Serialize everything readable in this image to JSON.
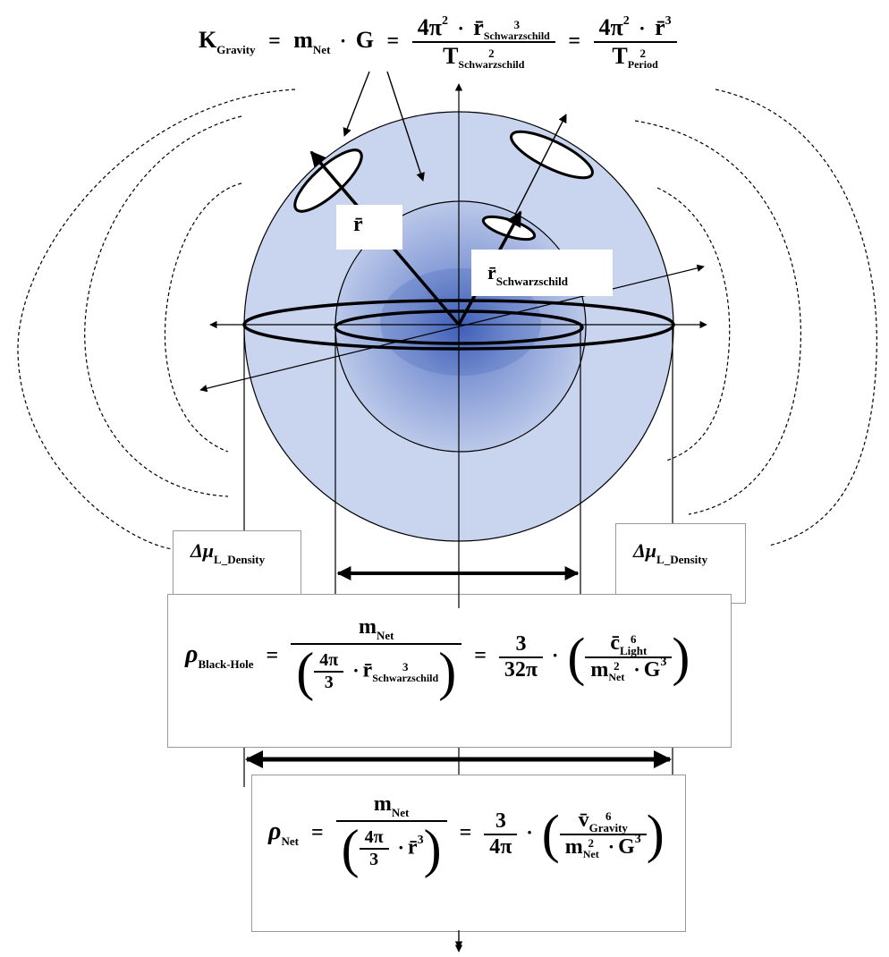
{
  "top_equation": {
    "k": "K",
    "k_sub": "Gravity",
    "eq1": "=",
    "m": "m",
    "m_sub": "Net",
    "dot": "·",
    "g": "G",
    "eq2": "=",
    "num1_coef": "4π",
    "num1_pow": "2",
    "num1_r": "r̄",
    "num1_r_pow": "3",
    "num1_r_sub": "Schwarzschild",
    "den1_t": "T",
    "den1_t_pow": "2",
    "den1_t_sub": "Schwarzschild",
    "eq3": "=",
    "num2_coef": "4π",
    "num2_pow": "2",
    "num2_r": "r̄",
    "num2_r_pow": "3",
    "den2_t": "T",
    "den2_t_pow": "2",
    "den2_t_sub": "Period"
  },
  "labels": {
    "r": "r̄",
    "r_schw": "r̄",
    "r_schw_sub": "Schwarzschild",
    "delta_left": "Δμ",
    "delta_left_sub": "L_Density",
    "delta_right": "Δμ",
    "delta_right_sub": "L_Density"
  },
  "black_hole_equation": {
    "rho": "ρ",
    "rho_sub": "Black-Hole",
    "eq1": "=",
    "num_m": "m",
    "num_m_sub": "Net",
    "den_coef_num": "4π",
    "den_coef_den": "3",
    "dot": "·",
    "den_r": "r̄",
    "den_r_pow": "3",
    "den_r_sub": "Schwarzschild",
    "eq2": "=",
    "c_num": "3",
    "c_den": "32π",
    "dot2": "·",
    "inner_num": "c̄",
    "inner_num_pow": "6",
    "inner_num_sub": "Light",
    "inner_den_m": "m",
    "inner_den_m_pow": "2",
    "inner_den_m_sub": "Net",
    "dot3": "·",
    "inner_den_g": "G",
    "inner_den_g_pow": "3"
  },
  "net_equation": {
    "rho": "ρ",
    "rho_sub": "Net",
    "eq1": "=",
    "num_m": "m",
    "num_m_sub": "Net",
    "den_coef_num": "4π",
    "den_coef_den": "3",
    "dot": "·",
    "den_r": "r̄",
    "den_r_pow": "3",
    "eq2": "=",
    "c_num": "3",
    "c_den": "4π",
    "dot2": "·",
    "inner_num": "v̄",
    "inner_num_pow": "6",
    "inner_num_sub": "Gravity",
    "inner_den_m": "m",
    "inner_den_m_pow": "2",
    "inner_den_m_sub": "Net",
    "dot3": "·",
    "inner_den_g": "G",
    "inner_den_g_pow": "3"
  },
  "colors": {
    "sphere_fill": "#c9d4ee",
    "core_center": "#3f5fb8",
    "stroke": "#000000"
  }
}
